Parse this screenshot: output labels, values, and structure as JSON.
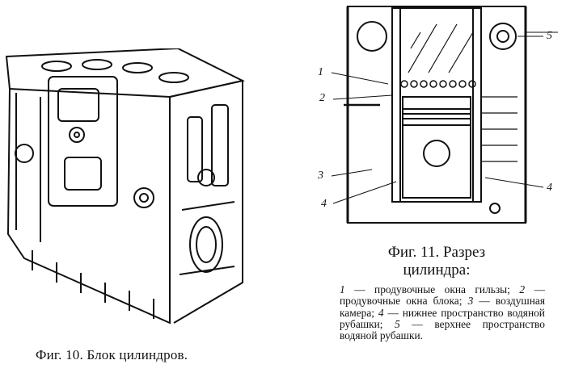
{
  "figure10": {
    "caption": "Фиг. 10. Блок цилиндров."
  },
  "figure11": {
    "caption_line1": "Фиг. 11. Разрез",
    "caption_line2": "цилиндра:",
    "labels": [
      "1",
      "2",
      "3",
      "4",
      "4",
      "5"
    ],
    "legend": [
      {
        "num": "1",
        "text": "— продувочные окна гильзы;"
      },
      {
        "num": "2",
        "text": "— продувочные окна блока;"
      },
      {
        "num": "3",
        "text": "— воздушная камера;"
      },
      {
        "num": "4",
        "text": "— нижнее пространство водяной рубашки;"
      },
      {
        "num": "5",
        "text": "— верхнее пространство водяной рубашки."
      }
    ]
  }
}
